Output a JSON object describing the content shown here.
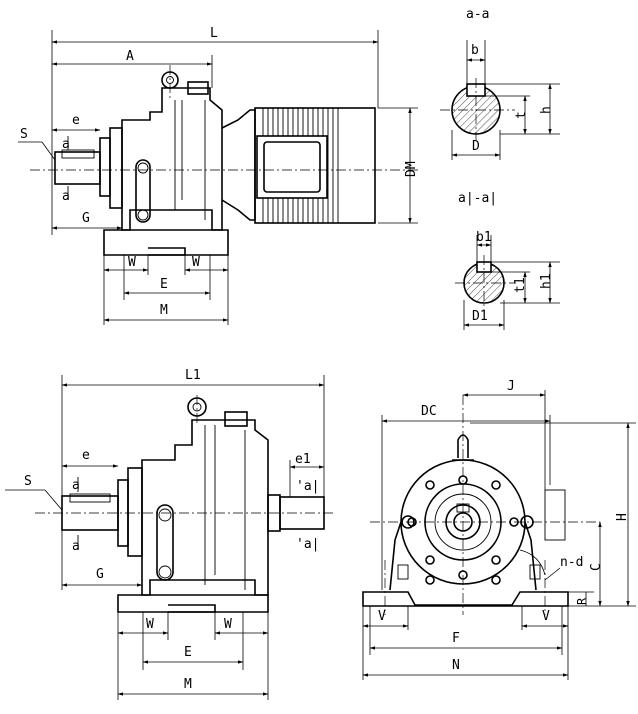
{
  "labels": {
    "L": "L",
    "A": "A",
    "S": "S",
    "e": "e",
    "a": "a",
    "G": "G",
    "W": "W",
    "E": "E",
    "M": "M",
    "DM": "DM",
    "section_aa": "a-a",
    "section_a1a1": "a|-a|",
    "b": "b",
    "t": "t",
    "h": "h",
    "D": "D",
    "b1": "b1",
    "t1": "t1",
    "h1": "h1",
    "D1": "D1",
    "L1": "L1",
    "e1": "e1",
    "a1": "'a|",
    "J": "J",
    "DC": "DC",
    "H": "H",
    "C": "C",
    "R": "R",
    "nd": "n-d",
    "V": "V",
    "F": "F",
    "N": "N"
  }
}
